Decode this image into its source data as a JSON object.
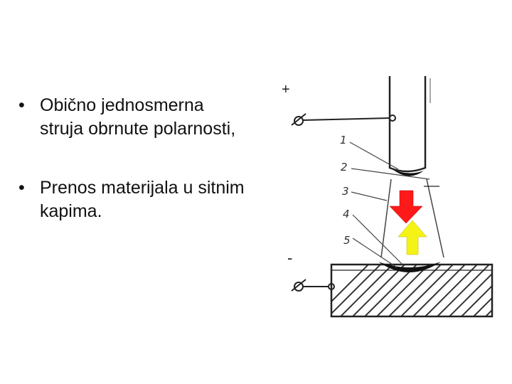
{
  "bullets": [
    "Obično jednosmerna struja obrnute polarnosti,",
    "Prenos materijala u sitnim kapima."
  ],
  "bullet_symbol": "•",
  "diagram": {
    "plus_label": "+",
    "minus_label": "-",
    "part_numbers": [
      "1",
      "2",
      "3",
      "4",
      "5"
    ],
    "arrow_down_color": "#ff1a1a",
    "arrow_up_color": "#f5f216"
  }
}
